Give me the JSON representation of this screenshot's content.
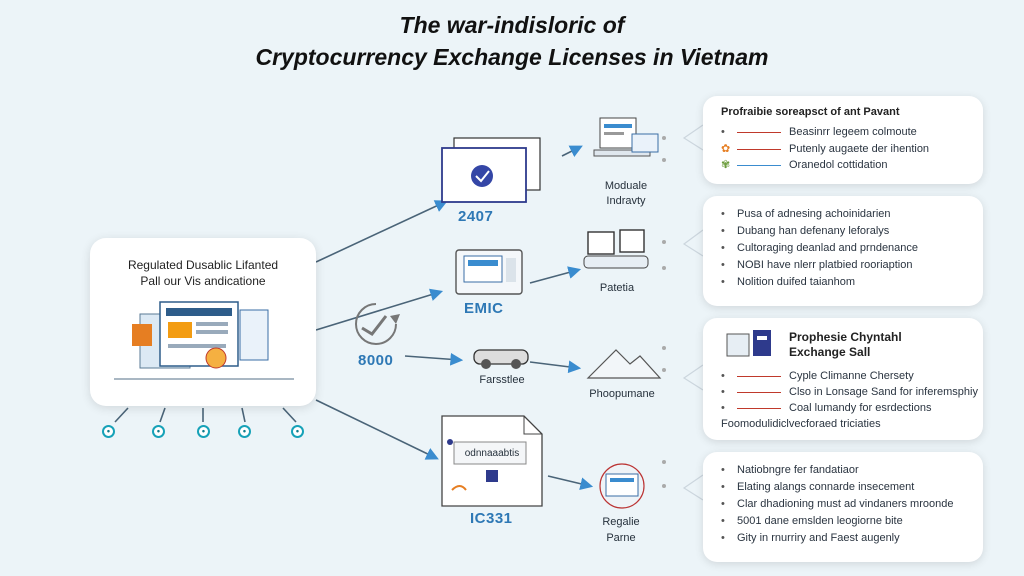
{
  "title": {
    "line1": "The war-indisloric of",
    "line2": "Cryptocurrency Exchange Licenses in Vietnam"
  },
  "main_box": {
    "line1": "Regulated Dusablic Lifanted",
    "line2": "Pall our Vis andicatione"
  },
  "nodes": {
    "n1": {
      "number": "2407",
      "caption1": "Moduale",
      "caption2": "Indravty"
    },
    "n2": {
      "number": "EMIC",
      "caption1": "Patetia"
    },
    "n3": {
      "number": "8000",
      "caption1": "Farsstlee",
      "caption2": "Phoopumane"
    },
    "n4": {
      "number": "IC331",
      "caption1": "Regalie",
      "caption2": "Parne"
    }
  },
  "panels": {
    "p1": {
      "heading": "Profraibie soreapsct of ant Pavant",
      "rows": [
        "Beasinrr legeem colmoute",
        "Putenly augaete der ihention",
        "Oranedol cottidation"
      ]
    },
    "p2": {
      "rows": [
        "Pusa of adnesing achoinidarien",
        "Dubang han defenany leforalys",
        "Cultoraging deanlad and prndenance",
        "NOBI have nlerr platbied rooriaption",
        "Nolition duifed taianhom"
      ]
    },
    "p3": {
      "heading1": "Prophesie Chyntahl",
      "heading2": "Exchange Sall",
      "rows": [
        "Cyple Climanne Chersety",
        "Clso in Lonsage Sand for inferemsphiy",
        "Coal lumandy for esrdections",
        "Foomodulidiclvecforaed triciaties"
      ]
    },
    "p4": {
      "rows": [
        "Natiobngre fer fandatiaor",
        "Elating alangs connarde insecement",
        "Clar dhadioning must ad vindaners mroonde",
        "5001 dane emslden leogiorne bite",
        "Gity in rnurriry and Faest augenly"
      ]
    }
  }
}
